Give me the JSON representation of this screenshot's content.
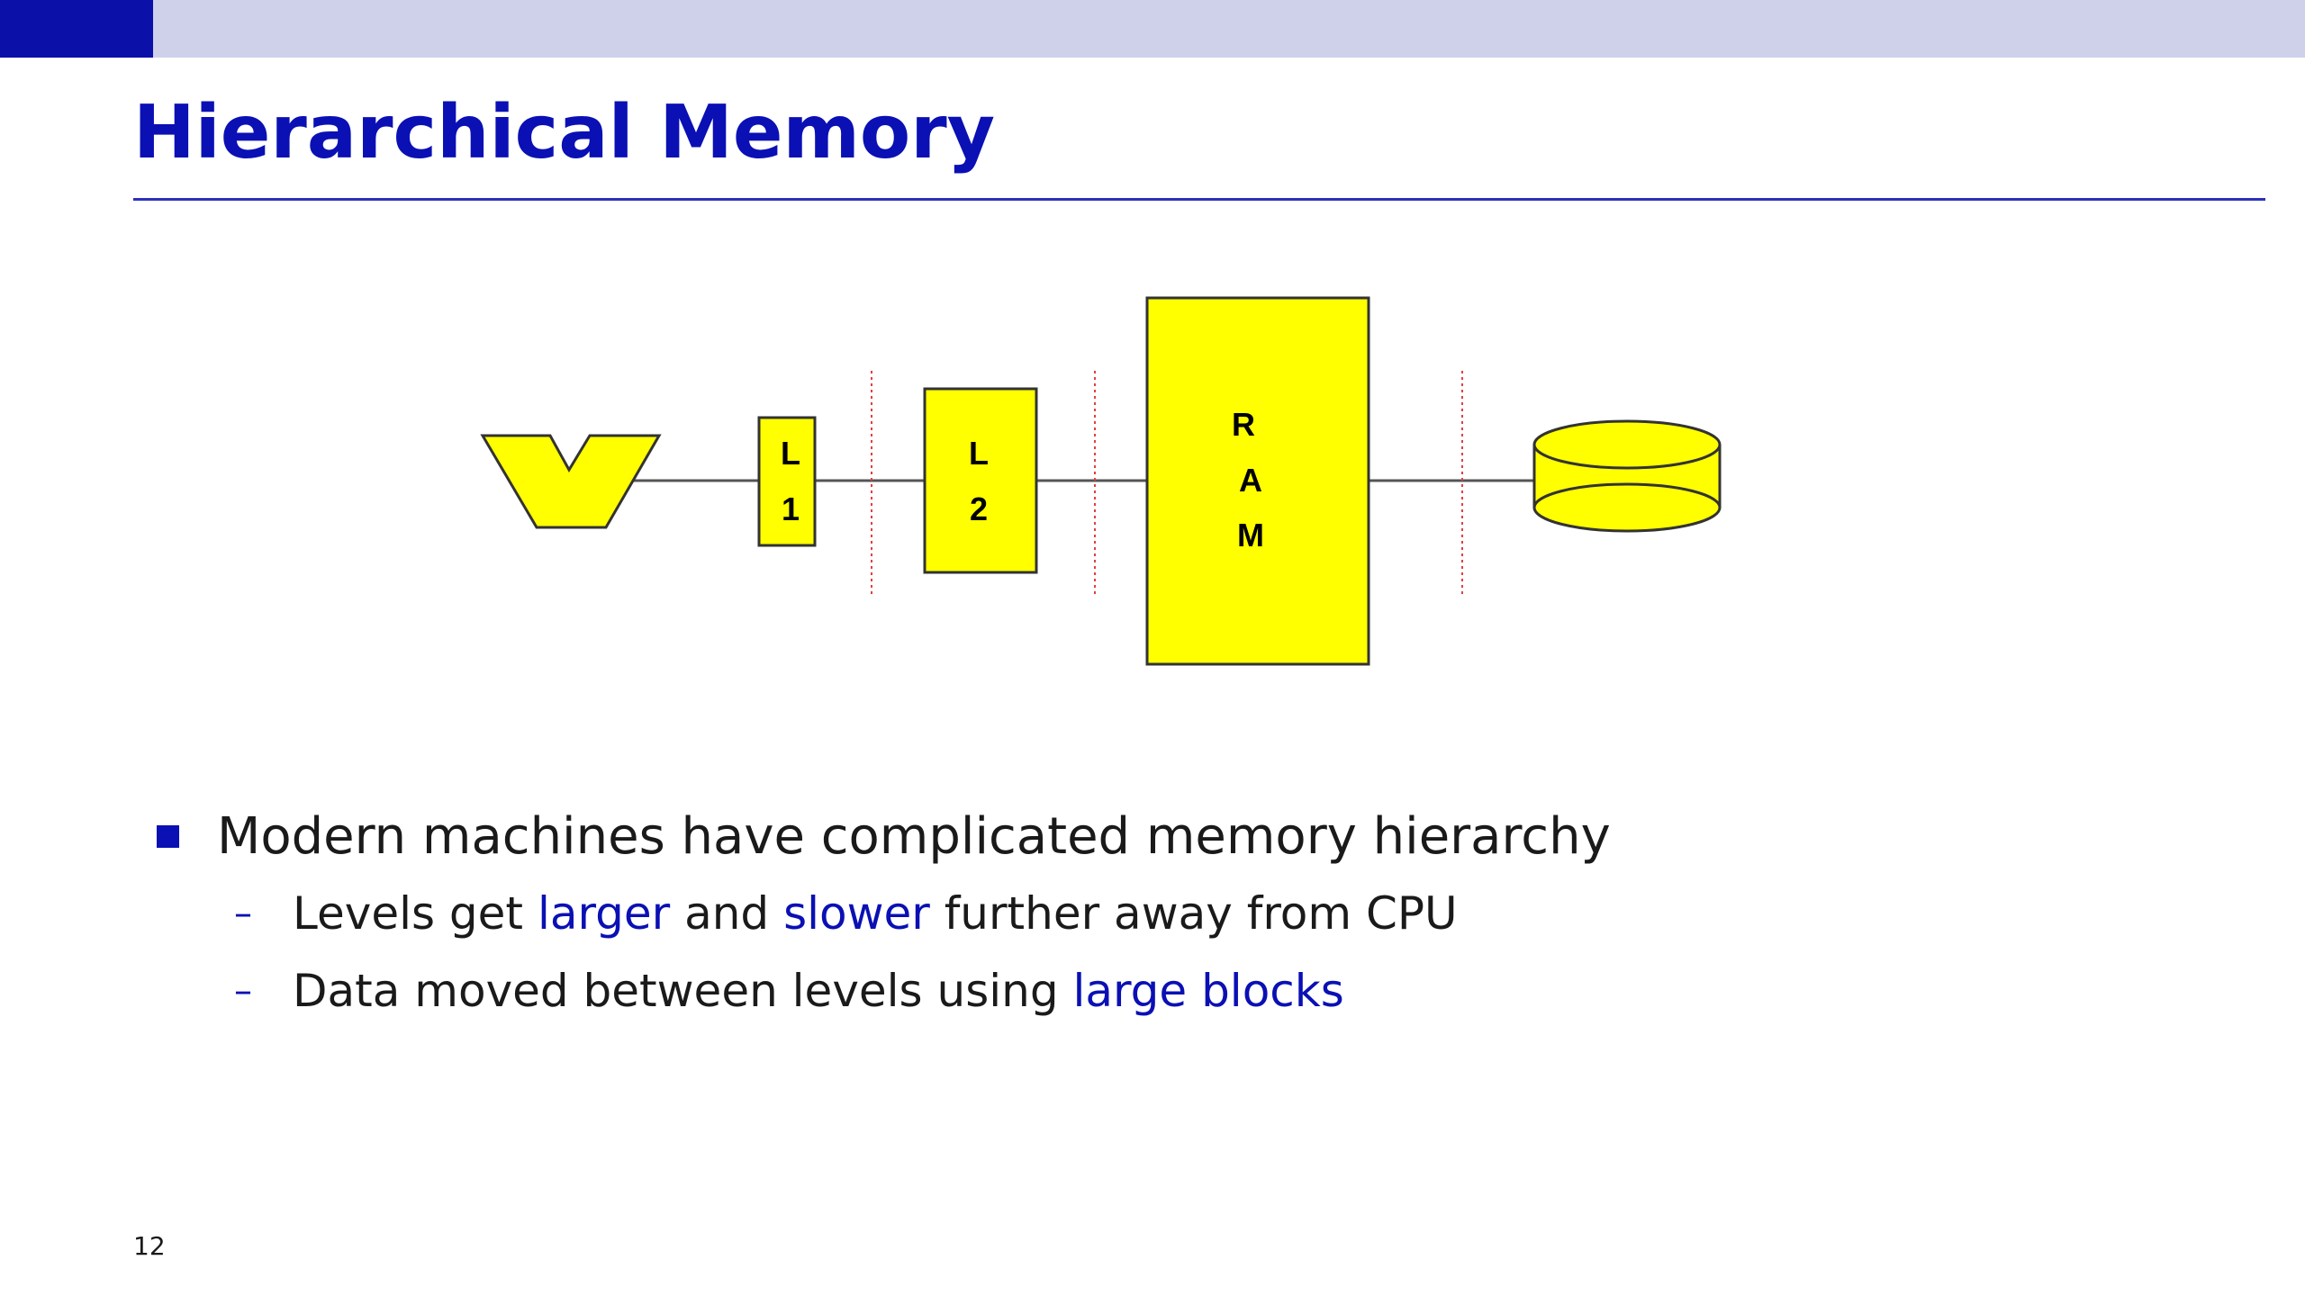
{
  "slide": {
    "title": "Hierarchical Memory",
    "page_number": "12"
  },
  "diagram": {
    "l1_line1": "L",
    "l1_line2": "1",
    "l2_line1": "L",
    "l2_line2": "2",
    "ram_line1": "R",
    "ram_line2": "A",
    "ram_line3": "M",
    "fill_color": "#ffff00",
    "separator_color": "#e04040"
  },
  "bullets": {
    "main": "Modern machines have complicated memory hierarchy",
    "sub1": {
      "marker": "–",
      "p1": "Levels get ",
      "h1": "larger",
      "p2": " and ",
      "h2": "slower",
      "p3": " further away from CPU"
    },
    "sub2": {
      "marker": "–",
      "p1": "Data moved between levels using ",
      "h1": "large blocks"
    }
  }
}
